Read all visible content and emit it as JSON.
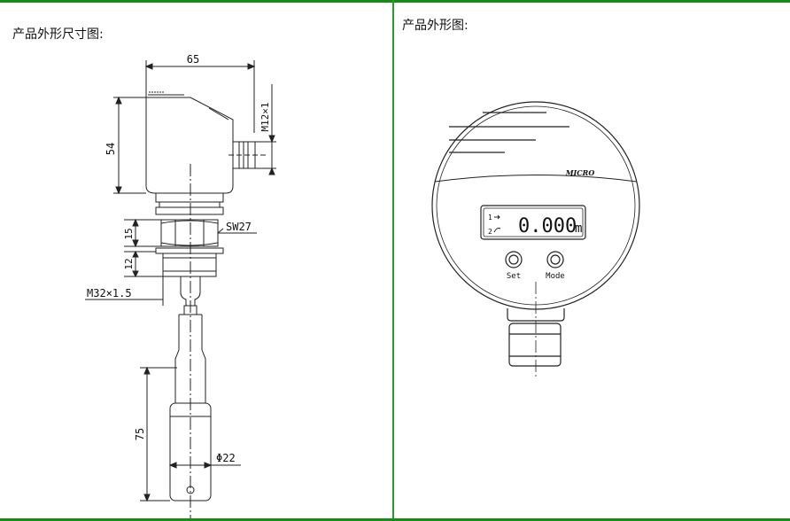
{
  "left_panel": {
    "title": "产品外形尺寸图:",
    "dimensions": {
      "width_top": "65",
      "height_body": "54",
      "connector": "M12×1",
      "hex_height": "15",
      "hex_size": "SW27",
      "thread_height": "12",
      "thread": "M32×1.5",
      "probe_length": "75",
      "probe_diameter": "Φ22"
    }
  },
  "right_panel": {
    "title": "产品外形图:",
    "brand": "MICRO",
    "display_value": "0.000",
    "display_unit": "m",
    "indicator_1": "1",
    "indicator_2": "2",
    "button_set": "Set",
    "button_mode": "Mode"
  },
  "colors": {
    "border_green": "#1a8a1a"
  }
}
